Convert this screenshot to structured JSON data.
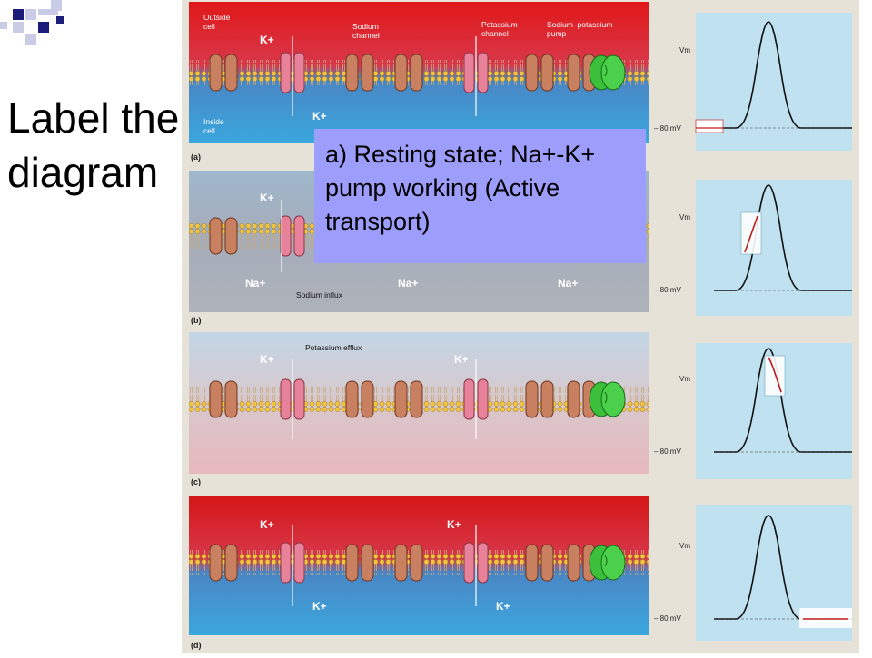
{
  "slide": {
    "title": "Label the diagram"
  },
  "callout": {
    "text": "a) Resting state; Na+-K+ pump working (Active transport)"
  },
  "diagram": {
    "panel_a": {
      "letter": "(a)",
      "outside_label_1": "Outside",
      "outside_label_2": "cell",
      "inside_label_1": "Inside",
      "inside_label_2": "cell",
      "sodium_channel_1": "Sodium",
      "sodium_channel_2": "channel",
      "potassium_channel_1": "Potassium",
      "potassium_channel_2": "channel",
      "pump_1": "Sodium–potassium",
      "pump_2": "pump",
      "ion_top": "K+",
      "ion_bottom": "K+"
    },
    "panel_b": {
      "letter": "(b)",
      "caption": "Sodium influx",
      "ion_top": "K+",
      "ion_bottom_1": "Na+",
      "ion_bottom_2": "Na+",
      "ion_bottom_3": "Na+"
    },
    "panel_c": {
      "letter": "(c)",
      "caption": "Potassium efflux",
      "ion_top_1": "K+",
      "ion_top_2": "K+"
    },
    "panel_d": {
      "letter": "(d)",
      "ion_top_1": "K+",
      "ion_top_2": "K+",
      "ion_bottom_1": "K+",
      "ion_bottom_2": "K+"
    },
    "graph": {
      "y_label": "Vm",
      "rest_label": "– 80 mV"
    }
  }
}
